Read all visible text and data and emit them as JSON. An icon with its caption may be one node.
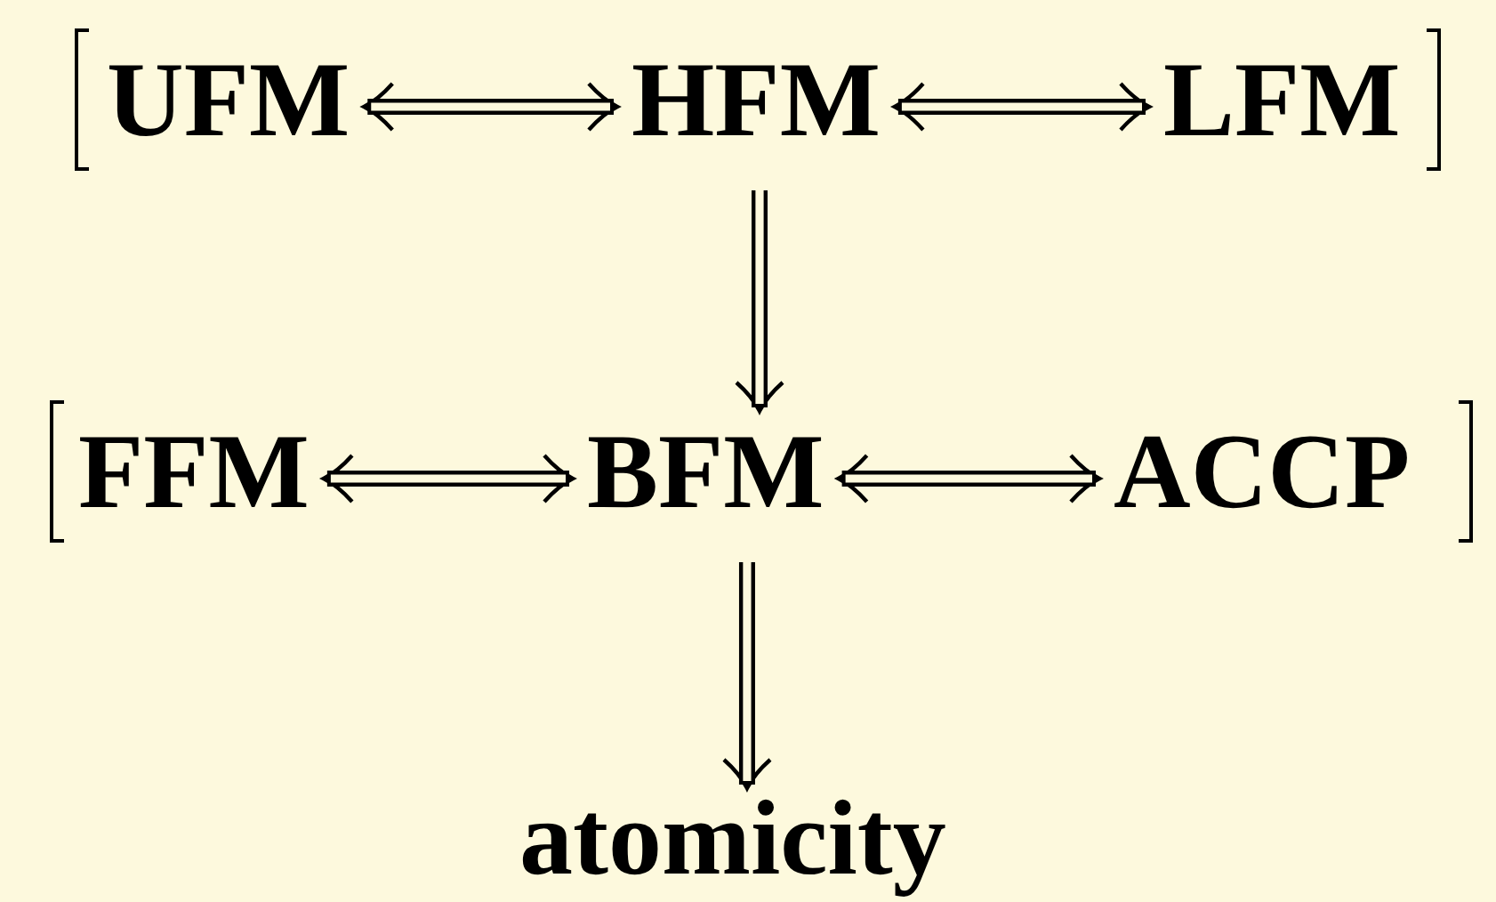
{
  "diagram": {
    "nodes": [
      {
        "text": [],
        "shape": "bracket"
      },
      {
        "text": [
          "UFM"
        ],
        "in": 0
      },
      {
        "text": [
          "HFM"
        ],
        "in": 0
      },
      {
        "text": [
          "LFM"
        ],
        "in": 0
      },
      {
        "text": [],
        "shape": "bracket"
      },
      {
        "text": [
          "FFM"
        ],
        "in": 4
      },
      {
        "text": [
          "BFM"
        ],
        "in": 4
      },
      {
        "text": [
          "ACCP"
        ],
        "in": 4
      },
      {
        "text": [
          "atomicity"
        ]
      }
    ],
    "edges": [
      {
        "from": 1,
        "to": 2,
        "arrow": "both"
      },
      {
        "from": 2,
        "to": 3,
        "arrow": "both"
      },
      {
        "from": 0,
        "to": 4,
        "arrow": "to"
      },
      {
        "from": 5,
        "to": 6,
        "arrow": "both"
      },
      {
        "from": 6,
        "to": 7,
        "arrow": "both"
      },
      {
        "from": 4,
        "to": 8,
        "arrow": "to"
      }
    ]
  }
}
